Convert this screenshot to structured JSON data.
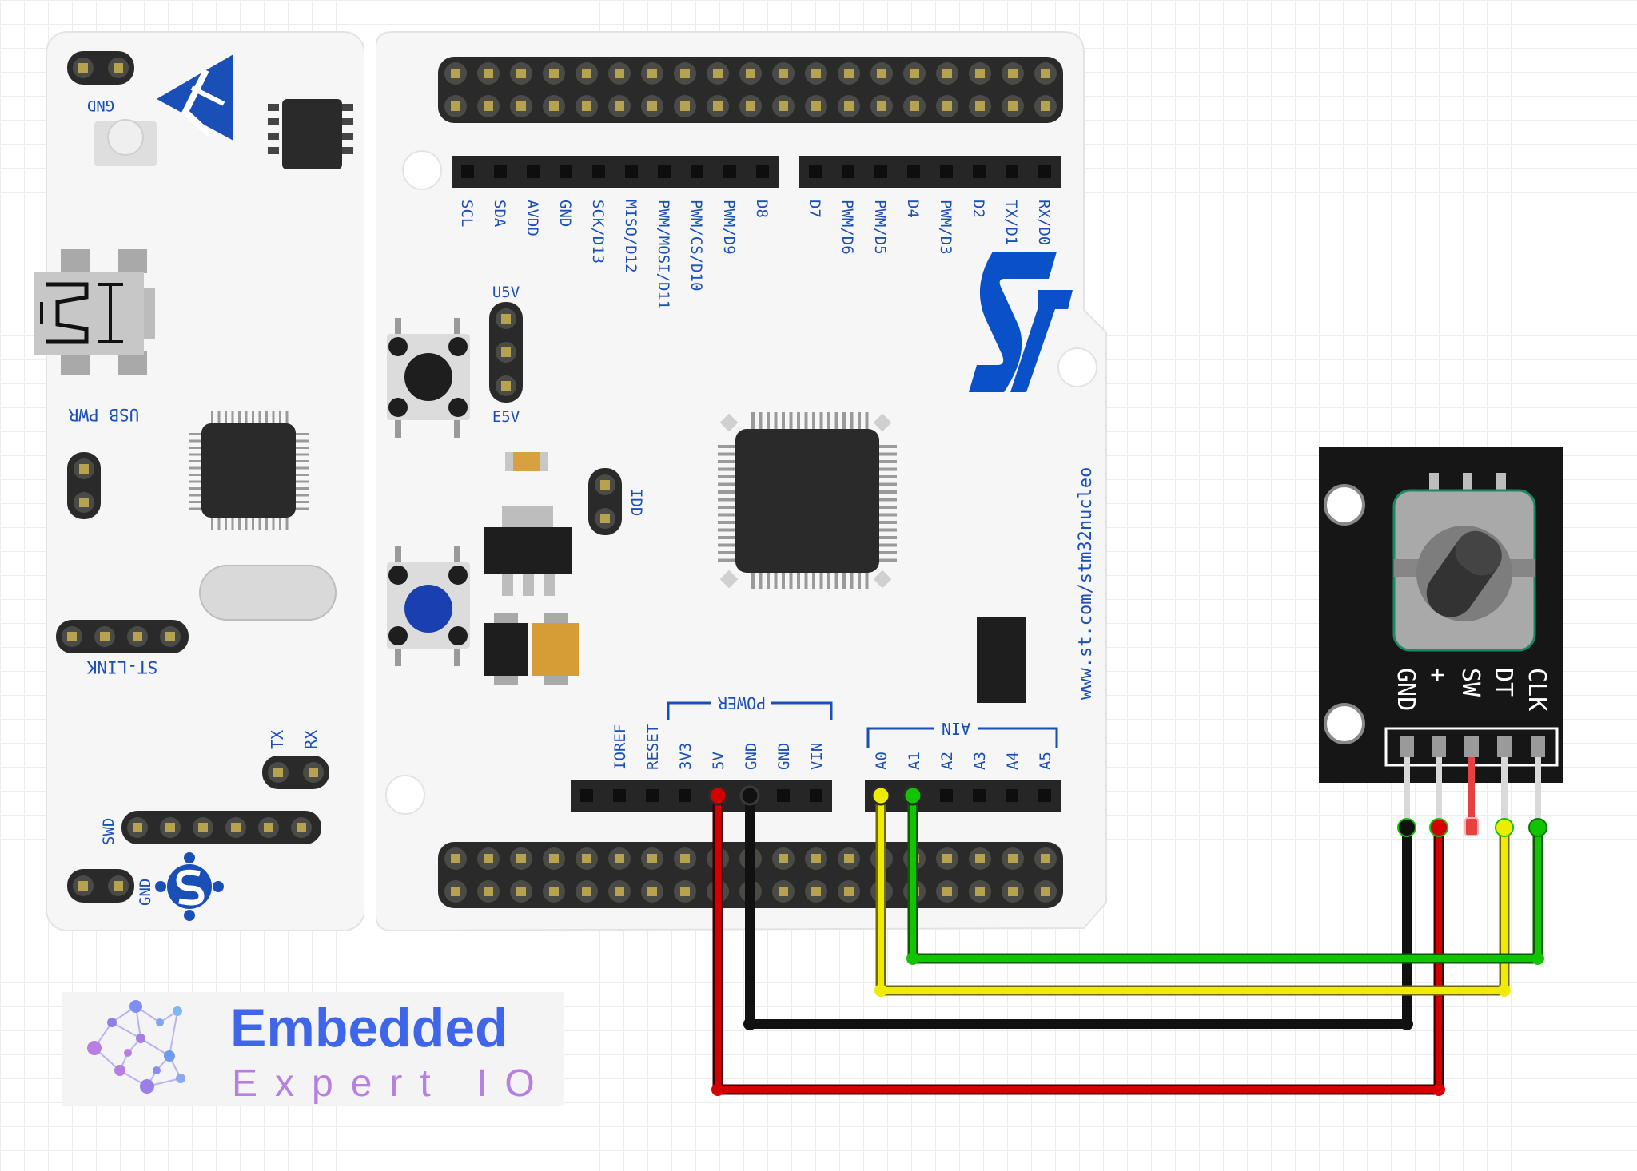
{
  "colors": {
    "board": "#f6f6f6",
    "silk": "#1a4fb8",
    "header": "#2a2a2a",
    "pad": "#4a4a46",
    "pin": "#b7a24f",
    "module": "#161616",
    "wire_red": "#d40000",
    "wire_black": "#111111",
    "wire_yellow": "#f0ec00",
    "wire_green": "#12c400",
    "logo_blue": "#3f66e8",
    "logo_purple": "#b77fe2"
  },
  "board": {
    "top_digital_labels_left": [
      "SCL",
      "SDA",
      "AVDD",
      "GND",
      "SCK/D13",
      "MISO/D12",
      "PWM/MOSI/D11",
      "PWM/CS/D10",
      "PWM/D9",
      "D8"
    ],
    "top_digital_labels_right": [
      "D7",
      "PWM/D6",
      "PWM/D5",
      "D4",
      "PWM/D3",
      "D2",
      "TX/D1",
      "RX/D0"
    ],
    "power_title": "POWER",
    "power_labels": [
      "IOREF",
      "RESET",
      "3V3",
      "5V",
      "GND",
      "GND",
      "VIN"
    ],
    "ain_title": "AIN",
    "ain_labels": [
      "A0",
      "A1",
      "A2",
      "A3",
      "A4",
      "A5"
    ],
    "gnd_top": "GND",
    "usb_pwr": "USB PWR",
    "u5v": "U5V",
    "e5v": "E5V",
    "idd": "IDD",
    "st_link": "ST-LINK",
    "tx": "TX",
    "rx": "RX",
    "swd": "SWD",
    "gnd_bottom": "GND",
    "url": "www.st.com/stm32nucleo"
  },
  "encoder": {
    "pin_labels": [
      "GND",
      "+",
      "SW",
      "DT",
      "CLK"
    ]
  },
  "connections": [
    {
      "from": "5V",
      "to": "+",
      "color": "red"
    },
    {
      "from": "GND",
      "to": "GND",
      "color": "black"
    },
    {
      "from": "A0",
      "to": "DT",
      "color": "yellow"
    },
    {
      "from": "A1",
      "to": "CLK",
      "color": "green"
    }
  ],
  "logo": {
    "line1": "Embedded",
    "line2": "Expert IO"
  }
}
